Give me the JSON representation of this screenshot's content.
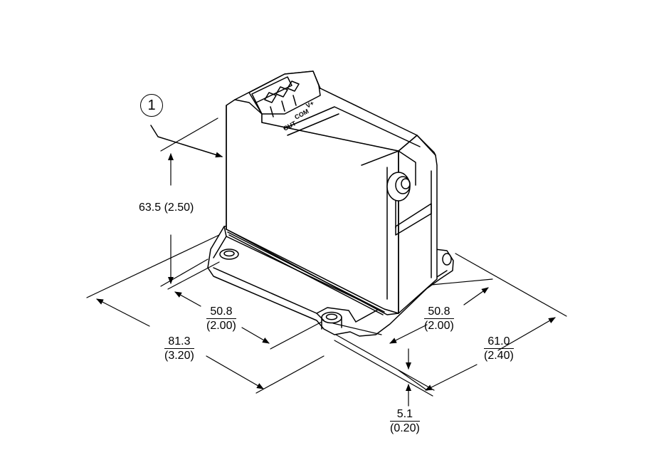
{
  "callout": {
    "number": "1"
  },
  "terminals": {
    "t1": "V+",
    "t2": "COM",
    "t3": "OUT"
  },
  "dimensions": {
    "height": "63.5 (2.50)",
    "hole_spacing_left": {
      "mm": "50.8",
      "in": "(2.00)"
    },
    "hole_spacing_right": {
      "mm": "50.8",
      "in": "(2.00)"
    },
    "length": {
      "mm": "81.3",
      "in": "(3.20)"
    },
    "depth": {
      "mm": "61.0",
      "in": "(2.40)"
    },
    "base_thickness": {
      "mm": "5.1",
      "in": "(0.20)"
    }
  }
}
